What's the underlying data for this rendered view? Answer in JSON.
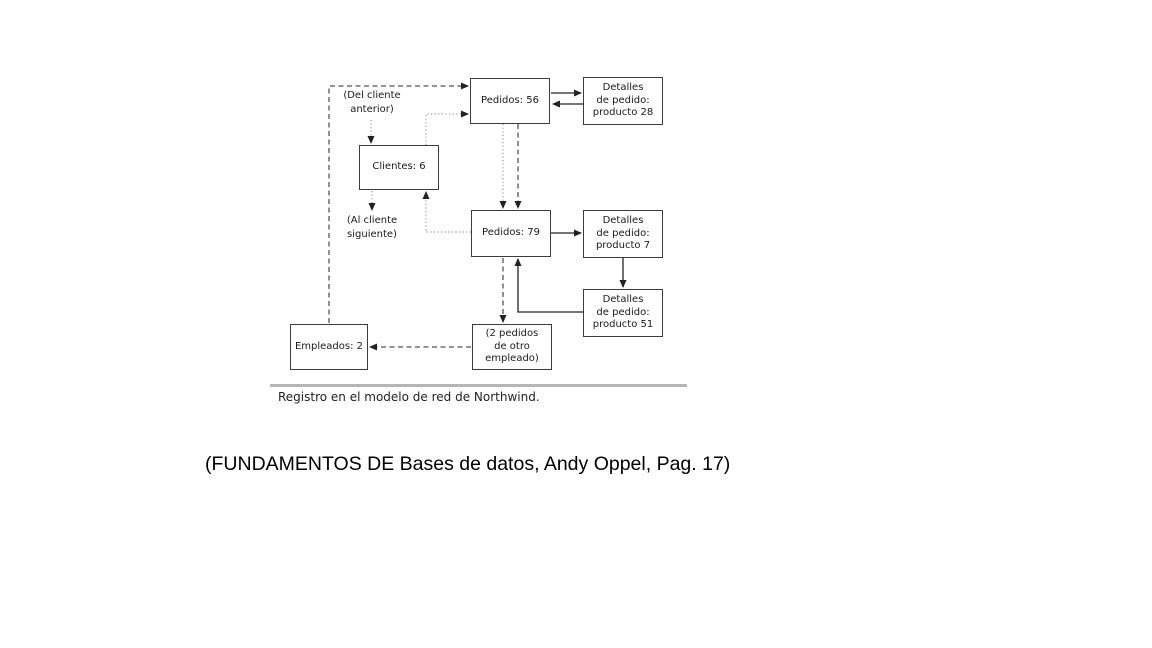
{
  "diagram": {
    "nodes": {
      "pedidos56": {
        "label": "Pedidos: 56"
      },
      "detalles28": {
        "label": "Detalles\nde pedido:\nproducto 28"
      },
      "clientes6": {
        "label": "Clientes: 6"
      },
      "pedidos79": {
        "label": "Pedidos: 79"
      },
      "detalles7": {
        "label": "Detalles\nde pedido:\nproducto 7"
      },
      "detalles51": {
        "label": "Detalles\nde pedido:\nproducto 51"
      },
      "empleados2": {
        "label": "Empleados: 2"
      },
      "dos_pedidos": {
        "label": "(2 pedidos\nde otro\nempleado)"
      }
    },
    "annotations": {
      "del_cliente_anterior": "(Del cliente\nanterior)",
      "al_cliente_siguiente": "(Al cliente\nsiguiente)"
    },
    "caption": "Registro en el modelo de red de Northwind.",
    "colors": {
      "ink": "#1a1a1a",
      "box_border": "#3c3c3c",
      "line_solid": "#222222",
      "line_dashed": "#555555",
      "line_dotted": "#9a9a9a",
      "rule": "#b6b6b6"
    }
  },
  "citation": "(FUNDAMENTOS DE Bases de datos, Andy Oppel, Pag. 17)"
}
